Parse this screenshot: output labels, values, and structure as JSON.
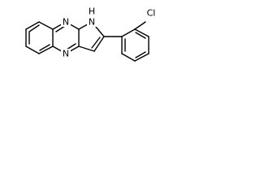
{
  "figure": {
    "type": "chemical-structure",
    "atom_labels": {
      "n_top": "N",
      "n_bottom": "N",
      "nh": "N",
      "nh_h": "H",
      "chlorine": "Cl"
    },
    "ink_color": "#000000",
    "background_color": "#ffffff"
  }
}
